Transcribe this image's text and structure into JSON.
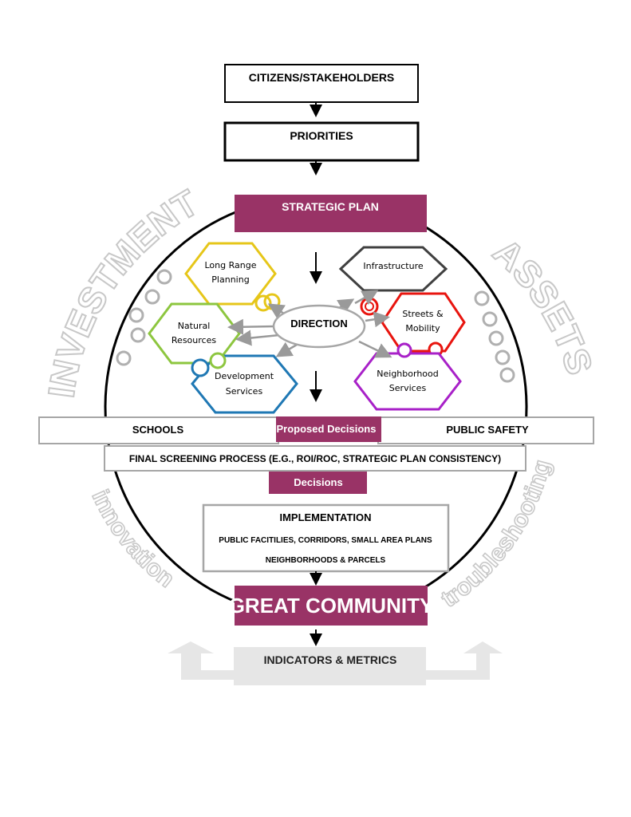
{
  "top_flow": {
    "citizens": "CITIZENS/STAKEHOLDERS",
    "priorities": "PRIORITIES",
    "strategic_plan": "STRATEGIC PLAN"
  },
  "side_words": {
    "investments": "INVESTMENTS",
    "assets": "ASSETS",
    "innovation": "innovation",
    "troubleshooting": "troubleshooting"
  },
  "hubs": {
    "direction": "DIRECTION",
    "long_range_1": "Long Range",
    "long_range_2": "Planning",
    "natural_1": "Natural",
    "natural_2": "Resources",
    "development_1": "Development",
    "development_2": "Services",
    "infrastructure": "Infrastructure",
    "streets_1": "Streets &",
    "streets_2": "Mobility",
    "neighborhood_1": "Neighborhood",
    "neighborhood_2": "Services"
  },
  "band": {
    "schools": "SCHOOLS",
    "proposed": "Proposed Decisions",
    "public_safety": "PUBLIC SAFETY",
    "screening": "FINAL SCREENING PROCESS  (E.G., ROI/ROC, STRATEGIC PLAN CONSISTENCY)",
    "decisions": "Decisions"
  },
  "implementation": {
    "title": "IMPLEMENTATION",
    "line1": "PUBLIC FACITILIES,  CORRIDORS, SMALL AREA PLANS",
    "line2": "NEIGHBORHOODS & PARCELS"
  },
  "outcome": {
    "great_community": "GREAT COMMUNITY",
    "indicators": "INDICATORS & METRICS"
  },
  "colors": {
    "maroon": "#993366",
    "gray": "#a6a6a6",
    "yellow": "#e6c619",
    "green": "#8dc63f",
    "blue": "#1f78b4",
    "charcoal": "#404040",
    "red": "#e8150f",
    "purple": "#a821c8"
  }
}
